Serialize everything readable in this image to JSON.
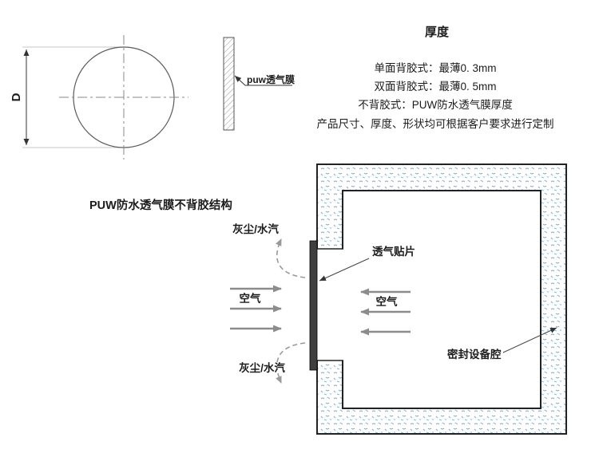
{
  "thickness_block": {
    "heading": "厚度",
    "lines": [
      "单面背胶式：最薄0. 3mm",
      "双面背胶式：最薄0. 5mm",
      "不背胶式：PUW防水透气膜厚度",
      "产品尺寸、厚度、形状均可根据客户要求进行定制"
    ]
  },
  "membrane_views": {
    "diameter_label": "D",
    "side_view_label": "puw透气膜",
    "caption": "PUW防水透气膜不背胶结构"
  },
  "cavity_diagram": {
    "dust_top_label": "灰尘/水汽",
    "dust_bottom_label": "灰尘/水汽",
    "air_outside_label": "空气",
    "air_inside_label": "空气",
    "patch_label": "透气贴片",
    "cavity_label": "密封设备腔"
  },
  "colors": {
    "wall_speckle": "#7aa5cb",
    "arrow_gray": "#8c8c8c",
    "dashed_gray": "#999999",
    "line_dark": "#333333"
  }
}
